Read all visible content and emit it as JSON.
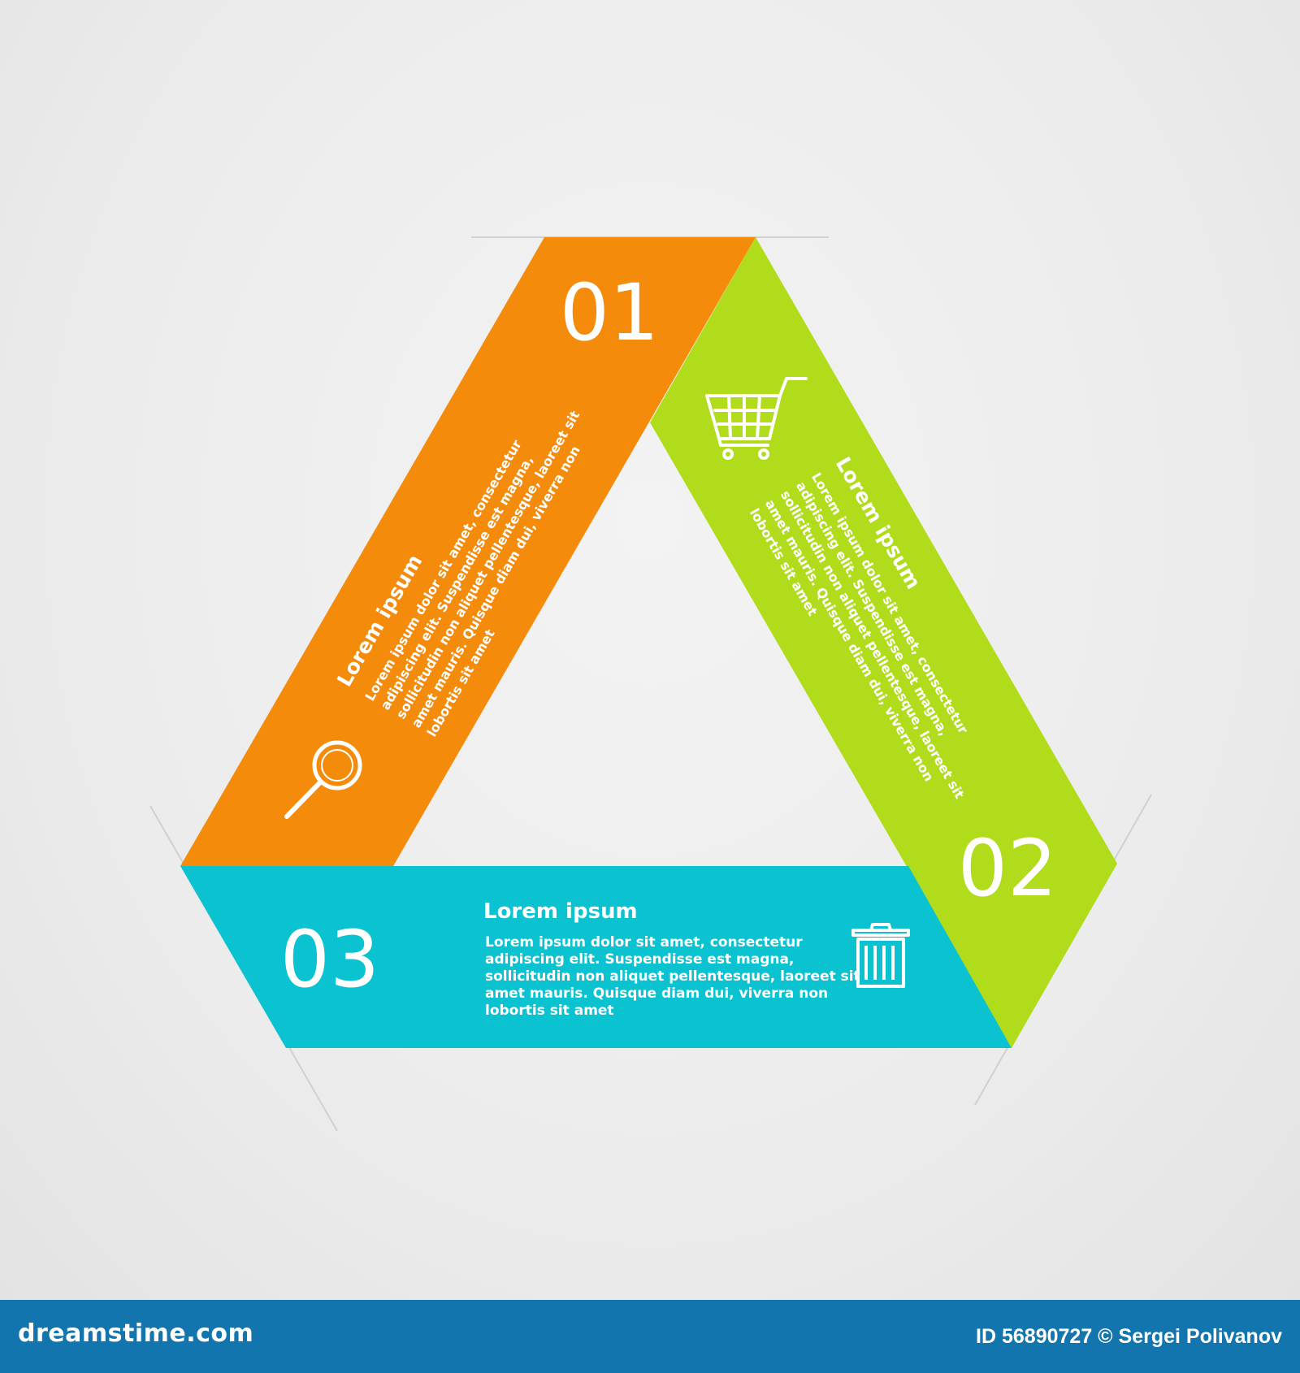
{
  "footer": {
    "brand": "dreamstime.com",
    "credit": "ID 56890727 © Sergei Polivanov"
  },
  "colors": {
    "step1": "#f48b0b",
    "step2": "#b0dc1c",
    "step3": "#0bc2d0",
    "footer": "#1275ad",
    "background": "#ebebeb"
  },
  "steps": [
    {
      "number": "01",
      "title": "Lorem ipsum",
      "icon": "magnifier-icon",
      "lines": [
        "Lorem ipsum dolor sit amet, consectetur",
        "adipiscing elit. Suspendisse est magna,",
        "sollicitudin non aliquet pellentesque, laoreet sit",
        "amet mauris. Quisque diam dui, viverra non",
        "lobortis sit amet"
      ]
    },
    {
      "number": "02",
      "title": "Lorem ipsum",
      "icon": "shopping-cart-icon",
      "lines": [
        "Lorem ipsum dolor sit amet, consectetur",
        "adipiscing elit. Suspendisse est magna,",
        "sollicitudin non aliquet pellentesque, laoreet sit",
        "amet mauris. Quisque diam dui, viverra non",
        "lobortis sit amet"
      ]
    },
    {
      "number": "03",
      "title": "Lorem ipsum",
      "icon": "trash-bin-icon",
      "lines": [
        "Lorem ipsum dolor sit amet, consectetur",
        "adipiscing elit. Suspendisse est magna,",
        "sollicitudin non aliquet pellentesque, laoreet sit",
        "amet mauris. Quisque diam dui, viverra non",
        "lobortis sit amet"
      ]
    }
  ]
}
